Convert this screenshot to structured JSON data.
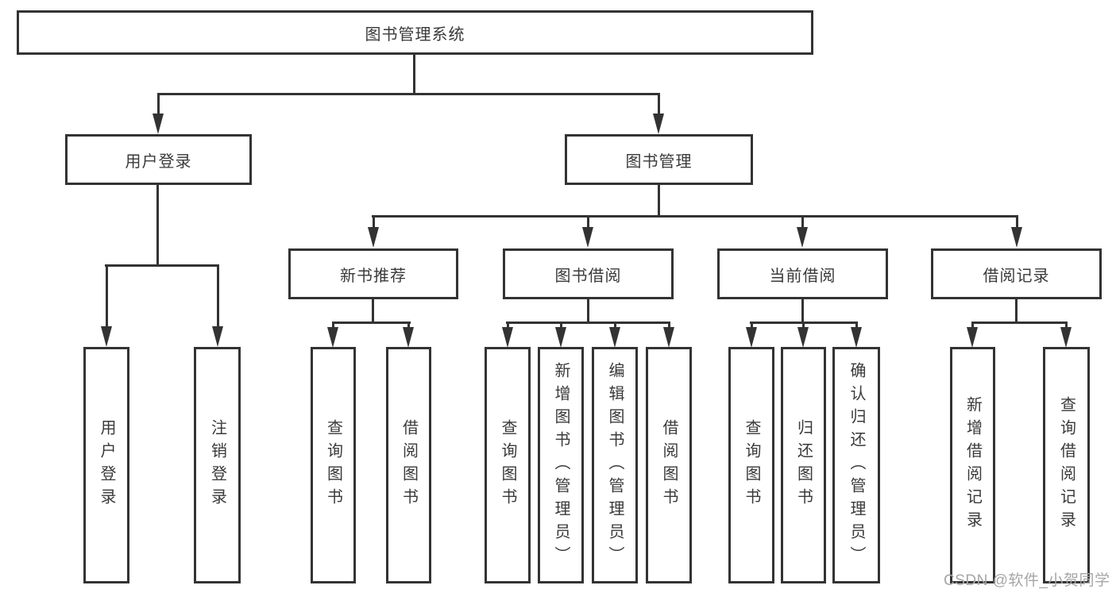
{
  "diagram": {
    "type": "hierarchy-tree",
    "colors": {
      "line": "#333333",
      "text": "#3a3a3a",
      "background": "#ffffff",
      "watermark": "#a6a6a6"
    }
  },
  "tree": {
    "label": "图书管理系统",
    "children": [
      {
        "label": "用户登录",
        "children": [
          {
            "label": "用户登录"
          },
          {
            "label": "注销登录"
          }
        ]
      },
      {
        "label": "图书管理",
        "children": [
          {
            "label": "新书推荐",
            "children": [
              {
                "label": "查询图书"
              },
              {
                "label": "借阅图书"
              }
            ]
          },
          {
            "label": "图书借阅",
            "children": [
              {
                "label": "查询图书"
              },
              {
                "label": "新增图书（管理员）"
              },
              {
                "label": "编辑图书（管理员）"
              },
              {
                "label": "借阅图书"
              }
            ]
          },
          {
            "label": "当前借阅",
            "children": [
              {
                "label": "查询图书"
              },
              {
                "label": "归还图书"
              },
              {
                "label": "确认归还（管理员）"
              }
            ]
          },
          {
            "label": "借阅记录",
            "children": [
              {
                "label": "新增借阅记录"
              },
              {
                "label": "查询借阅记录"
              }
            ]
          }
        ]
      }
    ]
  },
  "watermark": {
    "text": "CSDN @软件_小贺同学"
  }
}
